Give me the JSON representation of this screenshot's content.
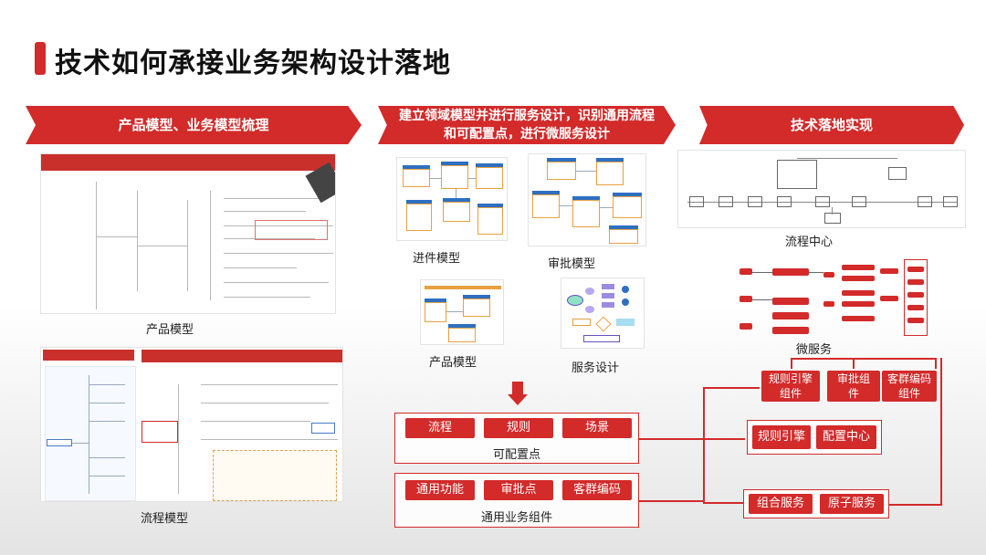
{
  "title": "技术如何承接业务架构设计落地",
  "colors": {
    "accent": "#d32a2a",
    "title_mark": "#d22b2b"
  },
  "col1": {
    "banner": "产品模型、业务模型梳理",
    "product_caption": "产品模型",
    "flow_caption": "流程模型"
  },
  "col2": {
    "banner": "建立领域模型并进行服务设计，识别通用流程和可配置点，进行微服务设计",
    "thumb_captions": [
      "进件模型",
      "审批模型",
      "产品模型",
      "服务设计"
    ],
    "config_group": {
      "items": [
        "流程",
        "规则",
        "场景"
      ],
      "label": "可配置点"
    },
    "common_group": {
      "items": [
        "通用功能",
        "审批点",
        "客群编码"
      ],
      "label": "通用业务组件"
    }
  },
  "col3": {
    "banner": "技术落地实现",
    "flow_center_caption": "流程中心",
    "microservice_caption": "微服务",
    "components": [
      "规则引擎组件",
      "审批组件",
      "客群编码组件"
    ],
    "engines": [
      "规则引擎",
      "配置中心"
    ],
    "services": [
      "组合服务",
      "原子服务"
    ]
  }
}
